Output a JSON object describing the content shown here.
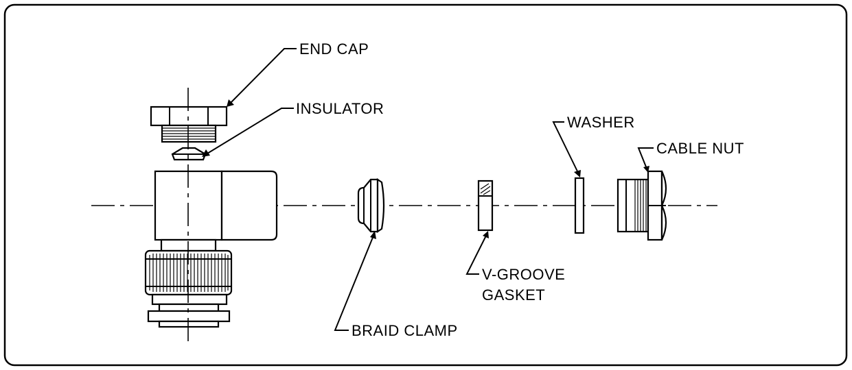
{
  "labels": {
    "end_cap": "END CAP",
    "insulator": "INSULATOR",
    "washer": "WASHER",
    "cable_nut": "CABLE NUT",
    "v_groove_line1": "V-GROOVE",
    "v_groove_line2": "GASKET",
    "braid_clamp": "BRAID CLAMP"
  }
}
